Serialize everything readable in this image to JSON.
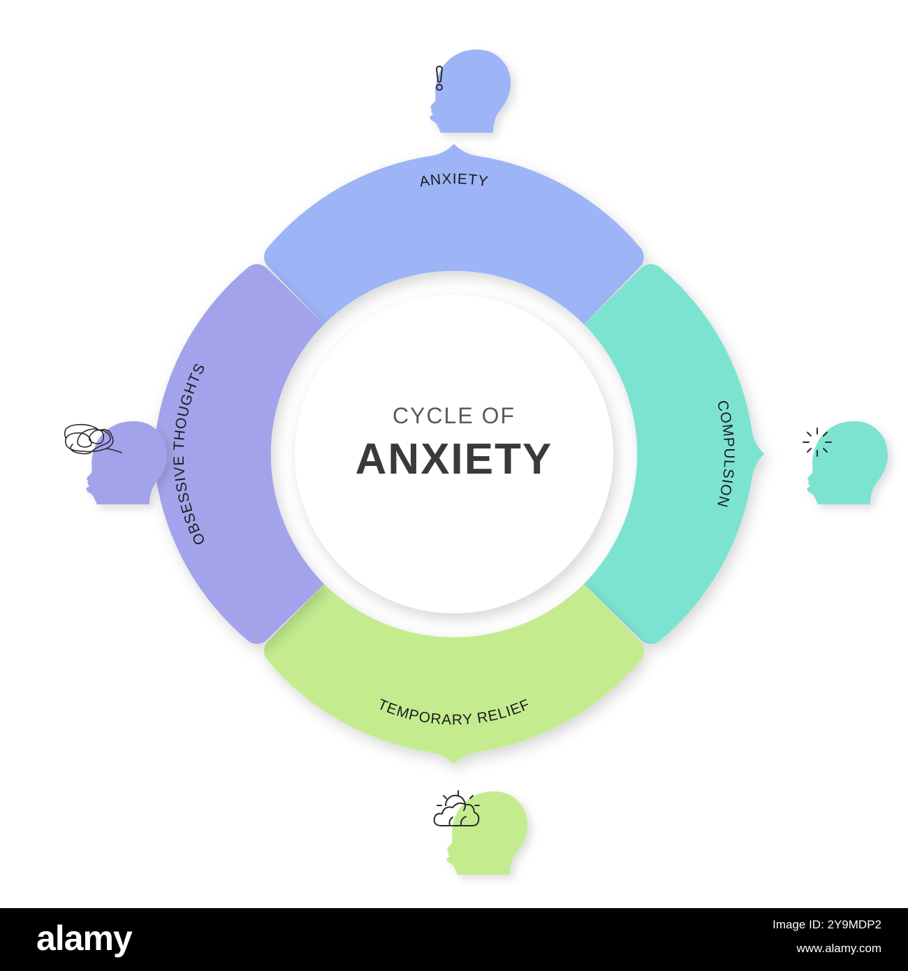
{
  "diagram": {
    "center": {
      "line1": "CYCLE OF",
      "line2": "ANXIETY"
    },
    "stages": [
      {
        "label": "ANXIETY",
        "color": "#9db5f7",
        "icon": "exclamation-icon"
      },
      {
        "label": "COMPULSION",
        "color": "#7de3d1",
        "icon": "sunburst-icon"
      },
      {
        "label": "TEMPORARY RELIEF",
        "color": "#c4ec8f",
        "icon": "sun-cloud-icon"
      },
      {
        "label": "OBSESSIVE THOUGHTS",
        "color": "#a3a3eb",
        "icon": "tangled-scribble-icon"
      }
    ]
  },
  "footer": {
    "brand": "alamy",
    "image_id": "Image ID: 2Y9MDP2",
    "url": "www.alamy.com",
    "background": "#000000"
  }
}
